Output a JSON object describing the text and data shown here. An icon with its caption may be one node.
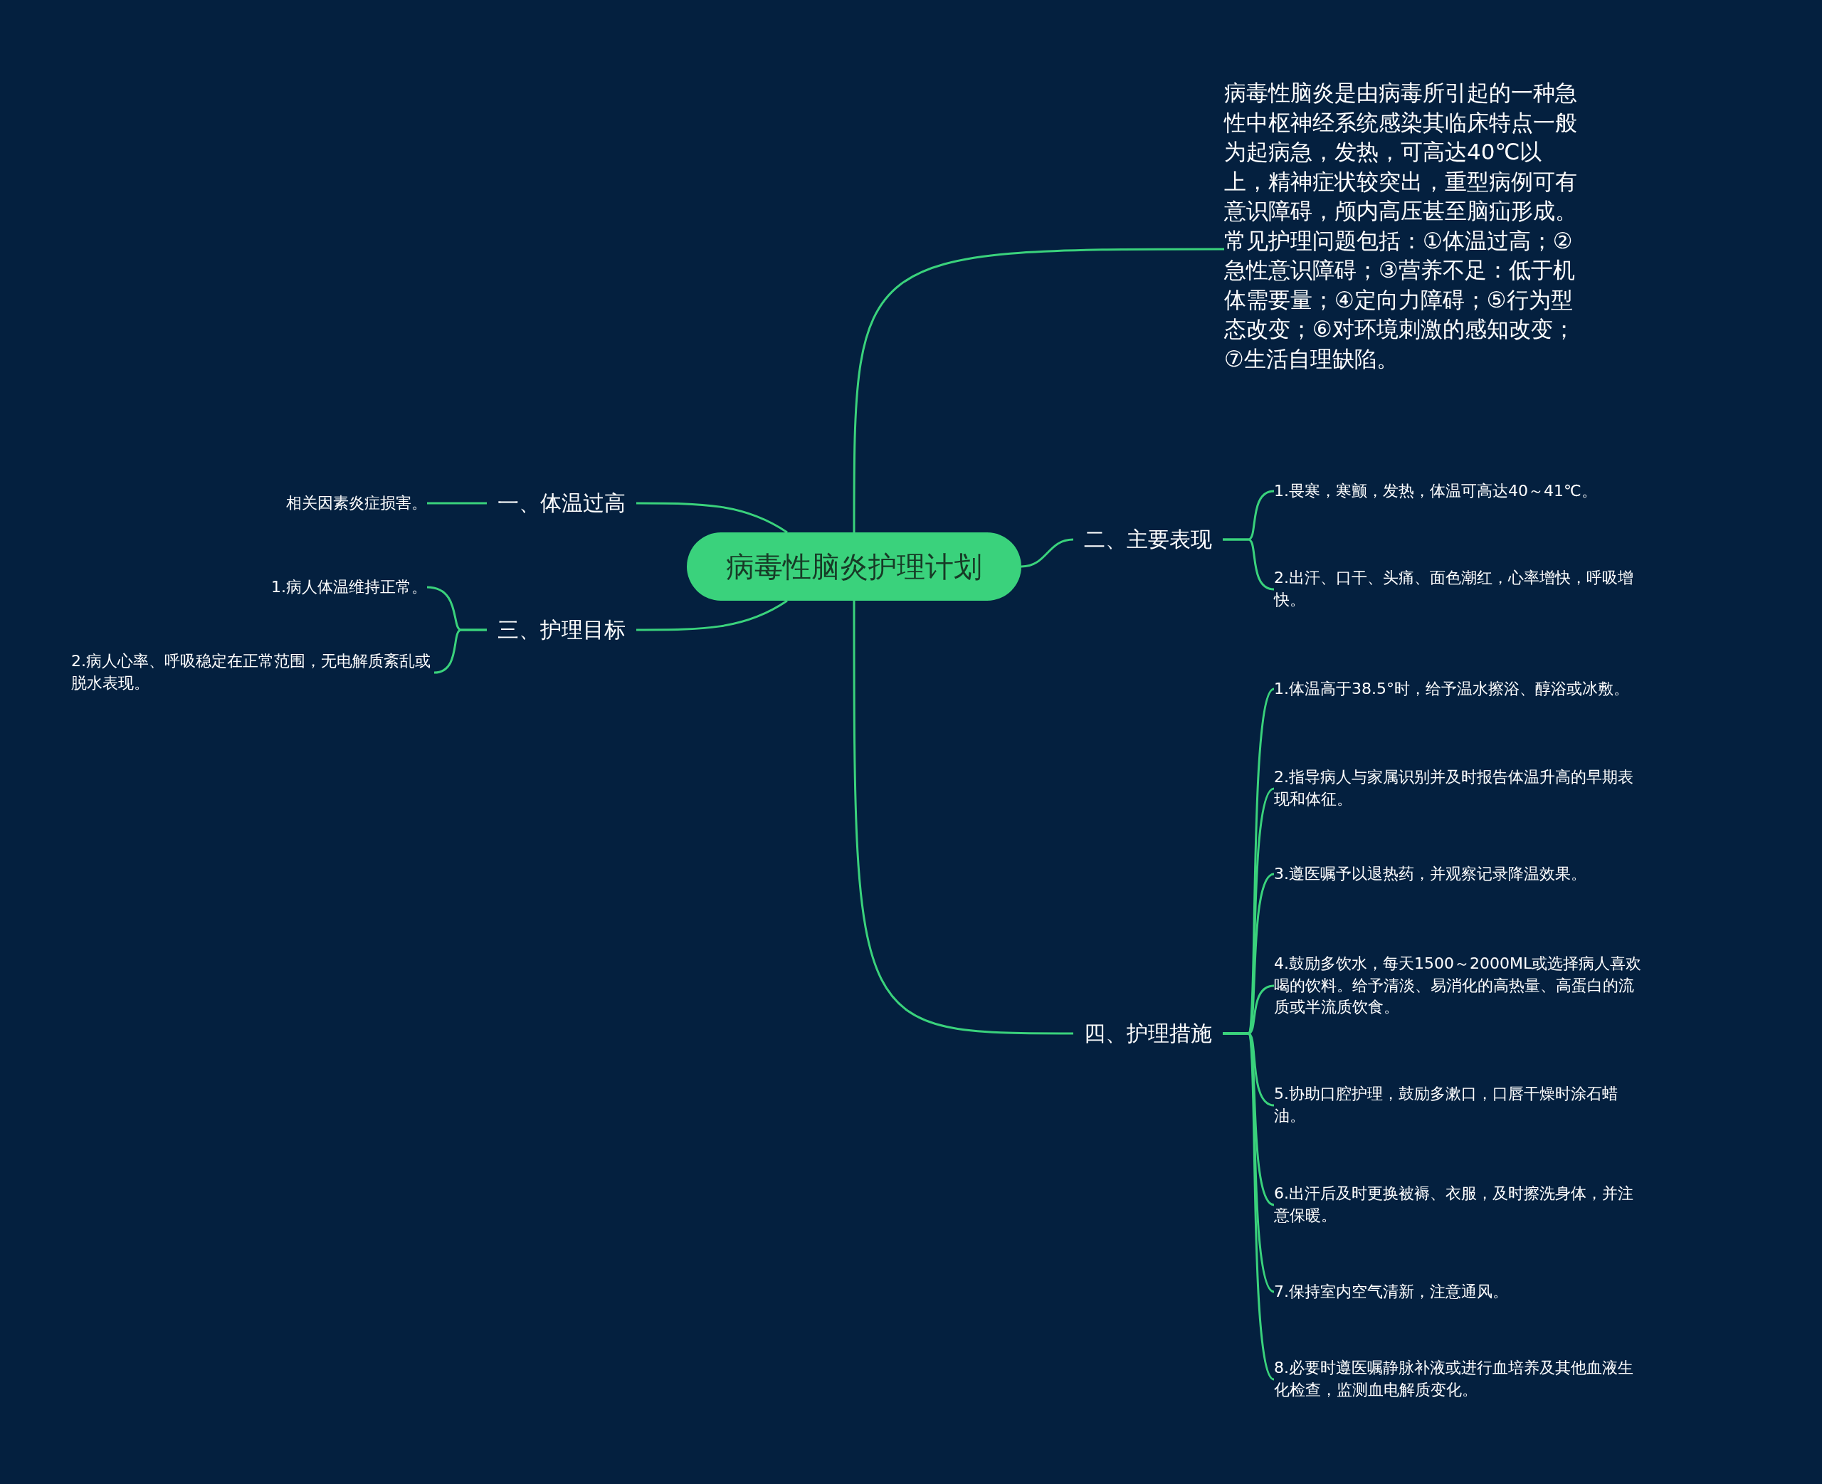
{
  "diagram": {
    "nodes": [
      {
        "text": [
          "病毒性脑炎护理计划"
        ]
      },
      {
        "text": [
          "病毒性脑炎是由病毒所引起的一种急性中枢神经系统感染其临床特点一般为起病急，发热，可高达40℃以上，精神症状较突出，重型病例可有意识障碍，颅内高压甚至脑疝形成。常见护理问题包括：①体温过高；②急性意识障碍；③营养不足：低于机体需要量；④定向力障碍；⑤行为型态改变；⑥对环境刺激的感知改变；⑦生活自理缺陷。"
        ]
      },
      {
        "text": [
          "二、主要表现"
        ]
      },
      {
        "text": [
          "1.畏寒，寒颤，发热，体温可高达40～41℃。"
        ]
      },
      {
        "text": [
          "2.出汗、口干、头痛、面色潮红，心率增快，呼吸增快。"
        ]
      },
      {
        "text": [
          "四、护理措施"
        ]
      },
      {
        "text": [
          "1.体温高于38.5°时，给予温水擦浴、醇浴或冰敷。"
        ]
      },
      {
        "text": [
          "2.指导病人与家属识别并及时报告体温升高的早期表现和体征。"
        ]
      },
      {
        "text": [
          "3.遵医嘱予以退热药，并观察记录降温效果。"
        ]
      },
      {
        "text": [
          "4.鼓励多饮水，每天1500～2000ML或选择病人喜欢喝的饮料。给予清淡、易消化的高热量、高蛋白的流质或半流质饮食。"
        ]
      },
      {
        "text": [
          "5.协助口腔护理，鼓励多漱口，口唇干燥时涂石蜡油。"
        ]
      },
      {
        "text": [
          "6.出汗后及时更换被褥、衣服，及时擦洗身体，并注意保暖。"
        ]
      },
      {
        "text": [
          "7.保持室内空气清新，注意通风。"
        ]
      },
      {
        "text": [
          "8.必要时遵医嘱静脉补液或进行血培养及其他血液生化检查，监测血电解质变化。"
        ]
      },
      {
        "text": [
          "一、体温过高"
        ]
      },
      {
        "text": [
          "相关因素炎症损害。"
        ]
      },
      {
        "text": [
          "三、护理目标"
        ]
      },
      {
        "text": [
          "1.病人体温维持正常。"
        ]
      },
      {
        "text": [
          "2.病人心率、呼吸稳定在正常范围，无电解质紊乱或脱水表现。"
        ]
      }
    ],
    "edges": [
      {
        "from": 0,
        "to": 1,
        "arrow": "none"
      },
      {
        "from": 0,
        "to": 2,
        "arrow": "none"
      },
      {
        "from": 2,
        "to": 3,
        "arrow": "none"
      },
      {
        "from": 2,
        "to": 4,
        "arrow": "none"
      },
      {
        "from": 0,
        "to": 5,
        "arrow": "none"
      },
      {
        "from": 5,
        "to": 6,
        "arrow": "none"
      },
      {
        "from": 5,
        "to": 7,
        "arrow": "none"
      },
      {
        "from": 5,
        "to": 8,
        "arrow": "none"
      },
      {
        "from": 5,
        "to": 9,
        "arrow": "none"
      },
      {
        "from": 5,
        "to": 10,
        "arrow": "none"
      },
      {
        "from": 5,
        "to": 11,
        "arrow": "none"
      },
      {
        "from": 5,
        "to": 12,
        "arrow": "none"
      },
      {
        "from": 5,
        "to": 13,
        "arrow": "none"
      },
      {
        "from": 0,
        "to": 14,
        "arrow": "none"
      },
      {
        "from": 14,
        "to": 15,
        "arrow": "none"
      },
      {
        "from": 0,
        "to": 16,
        "arrow": "none"
      },
      {
        "from": 16,
        "to": 17,
        "arrow": "none"
      },
      {
        "from": 16,
        "to": 18,
        "arrow": "none"
      }
    ]
  }
}
